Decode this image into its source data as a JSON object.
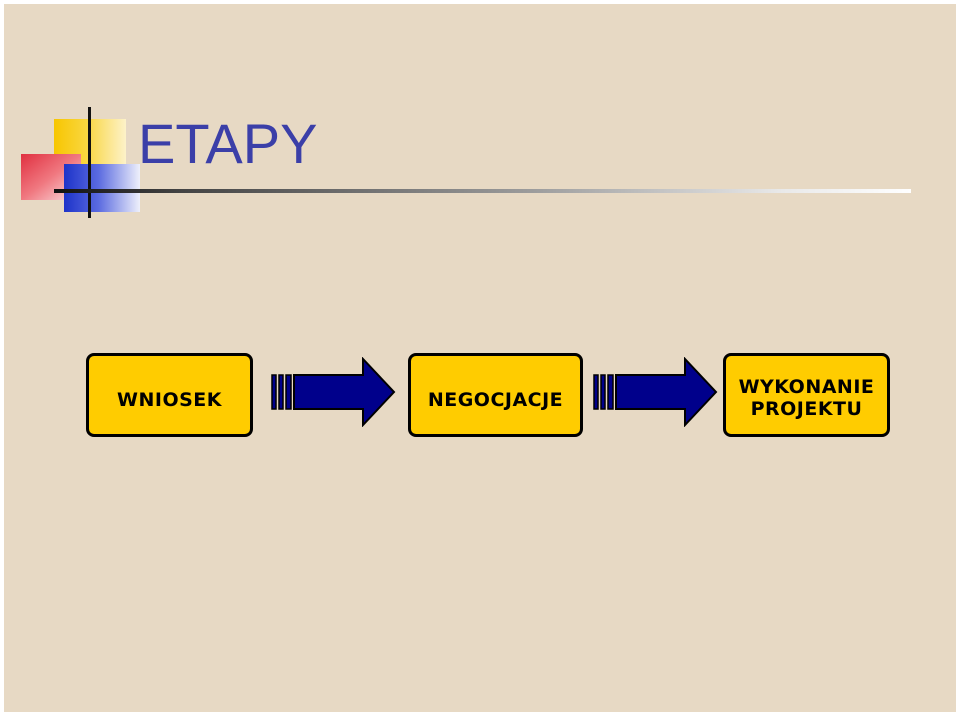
{
  "slide": {
    "title": "ETAPY",
    "stages": [
      {
        "label": "WNIOSEK"
      },
      {
        "label": "NEGOCJACJE"
      },
      {
        "label_lines": [
          "WYKONANIE",
          "PROJEKTU"
        ]
      }
    ],
    "colors": {
      "background": "#e7d9c4",
      "title": "#3b3fa8",
      "box_fill": "#ffcc00",
      "box_border": "#000000",
      "arrow_fill": "#00008b"
    },
    "icons": {
      "arrow": "right-arrow-icon",
      "logo": "colored-squares-logo"
    }
  }
}
